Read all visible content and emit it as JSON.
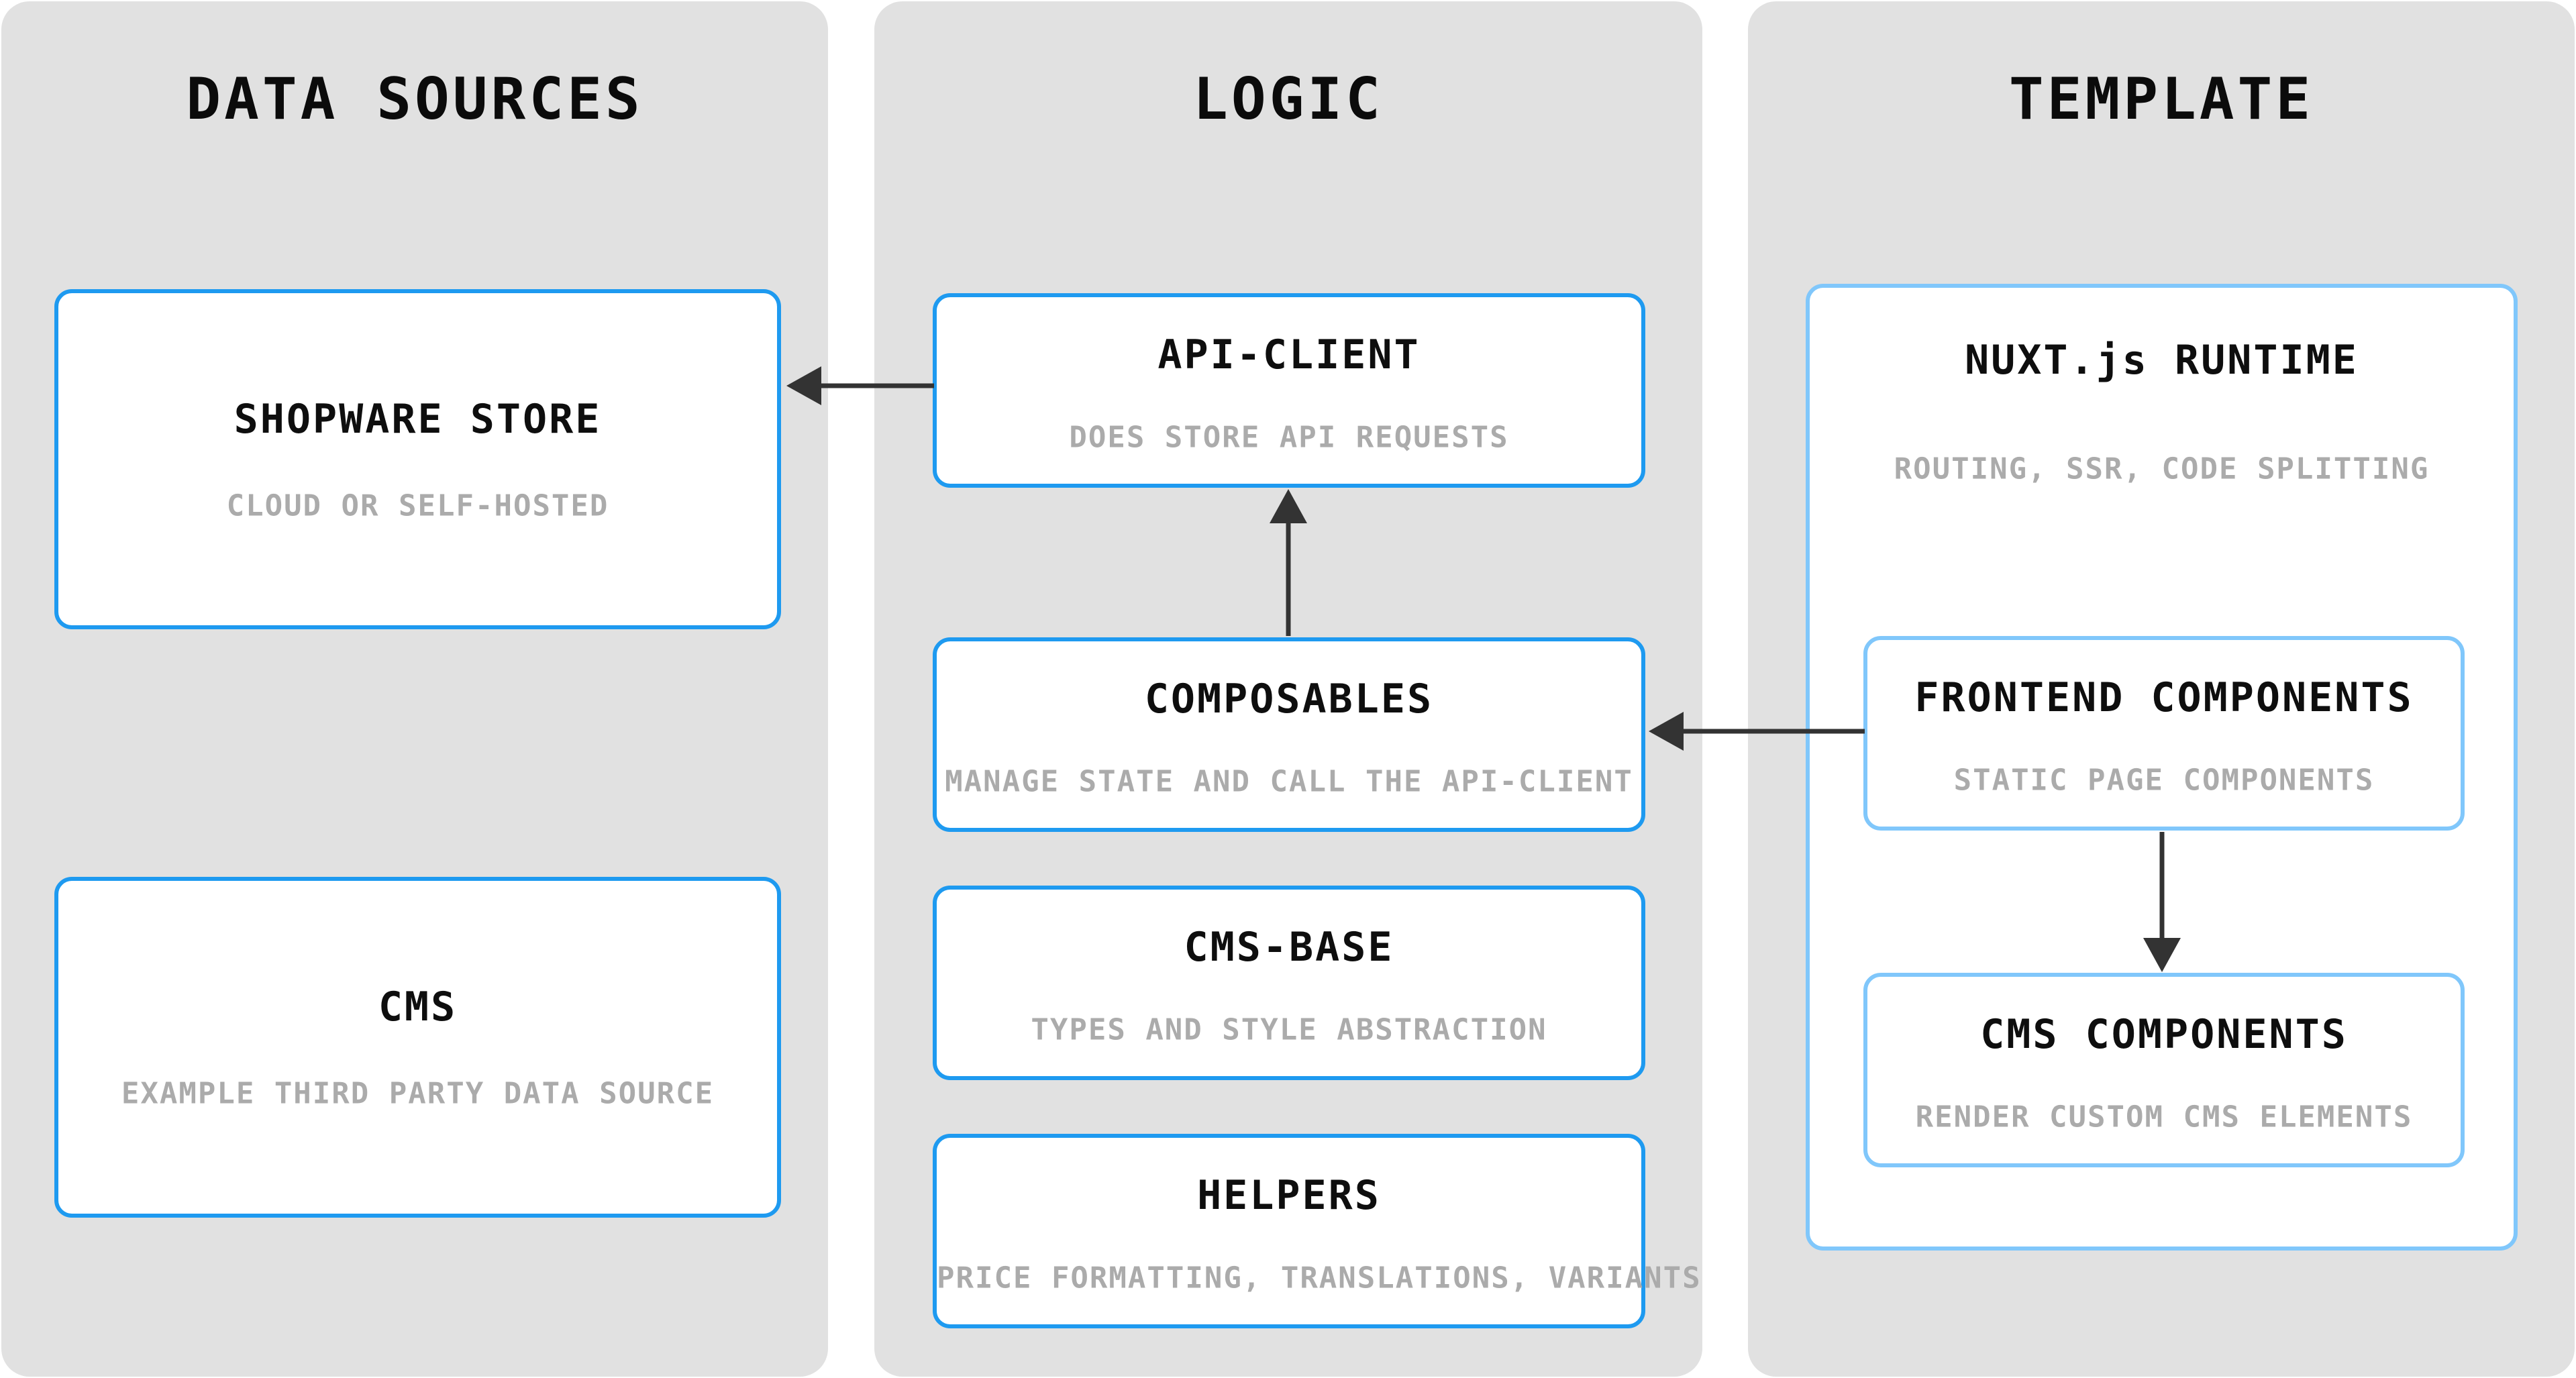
{
  "diagram": {
    "colors": {
      "accent_strong": "#1e9af0",
      "accent_light": "#80c7fb",
      "panel_bg": "#e1e1e1",
      "arrow": "#333333",
      "subtitle": "#ababab"
    },
    "columns": [
      {
        "title": "DATA SOURCES",
        "boxes": [
          {
            "title": "SHOPWARE STORE",
            "subtitle": "CLOUD OR SELF-HOSTED"
          },
          {
            "title": "CMS",
            "subtitle": "EXAMPLE THIRD PARTY DATA SOURCE"
          }
        ]
      },
      {
        "title": "LOGIC",
        "boxes": [
          {
            "title": "API-CLIENT",
            "subtitle": "DOES STORE API REQUESTS"
          },
          {
            "title": "COMPOSABLES",
            "subtitle": "MANAGE STATE AND CALL THE API-CLIENT"
          },
          {
            "title": "CMS-BASE",
            "subtitle": "TYPES AND STYLE ABSTRACTION"
          },
          {
            "title": "HELPERS",
            "subtitle": "PRICE FORMATTING, TRANSLATIONS, VARIANTS"
          }
        ]
      },
      {
        "title": "TEMPLATE",
        "boxes": [
          {
            "title": "NUXT.js RUNTIME",
            "subtitle": "ROUTING, SSR, CODE SPLITTING"
          },
          {
            "title": "FRONTEND COMPONENTS",
            "subtitle": "STATIC PAGE COMPONENTS"
          },
          {
            "title": "CMS COMPONENTS",
            "subtitle": "RENDER CUSTOM CMS ELEMENTS"
          }
        ]
      }
    ],
    "arrows": [
      {
        "from": "API-CLIENT",
        "to": "SHOPWARE STORE",
        "direction": "left"
      },
      {
        "from": "COMPOSABLES",
        "to": "API-CLIENT",
        "direction": "up"
      },
      {
        "from": "FRONTEND COMPONENTS",
        "to": "COMPOSABLES",
        "direction": "left"
      },
      {
        "from": "FRONTEND COMPONENTS",
        "to": "CMS COMPONENTS",
        "direction": "down"
      }
    ]
  }
}
